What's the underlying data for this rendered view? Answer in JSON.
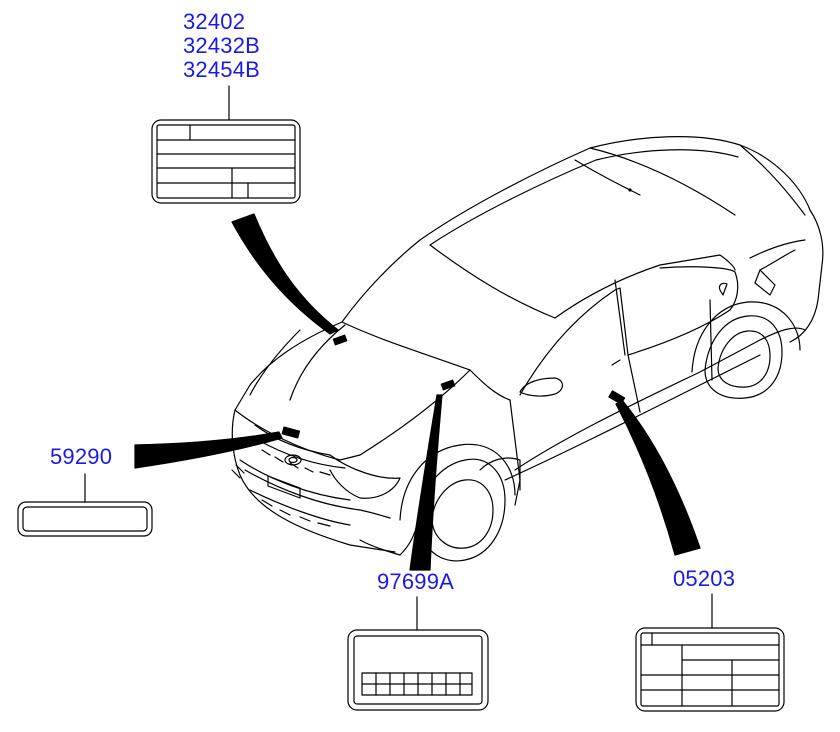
{
  "diagram": {
    "callouts": [
      {
        "key": "label_group",
        "part_numbers": [
          "32402",
          "32432B",
          "32454B"
        ]
      },
      {
        "key": "label_front",
        "part_numbers": [
          "59290"
        ]
      },
      {
        "key": "label_windshield",
        "part_numbers": [
          "97699A"
        ]
      },
      {
        "key": "label_door",
        "part_numbers": [
          "05203"
        ]
      }
    ],
    "colors": {
      "part_number_text": "#1a1ae6",
      "line_art": "#000000",
      "background": "#ffffff"
    }
  }
}
